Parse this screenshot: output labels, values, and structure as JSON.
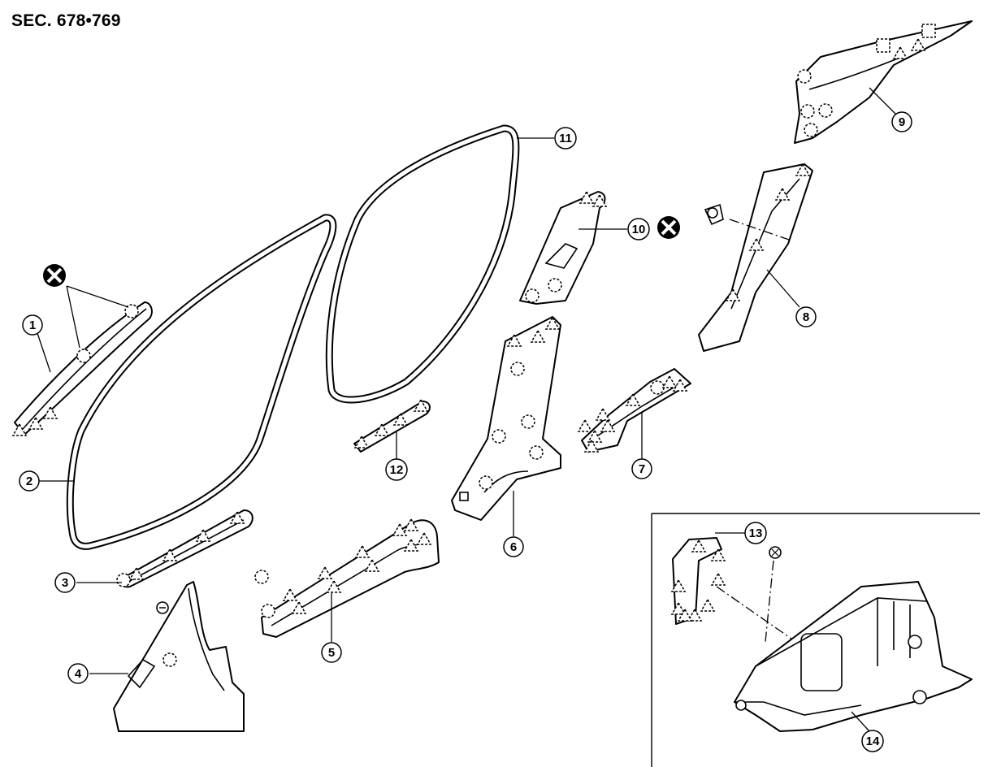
{
  "title": "SEC. 678•769",
  "callouts": [
    "1",
    "2",
    "3",
    "4",
    "5",
    "6",
    "7",
    "8",
    "9",
    "10",
    "11",
    "12",
    "13",
    "14"
  ],
  "icons": {
    "non_reusable": "circled-x-icon",
    "clip_round": "dashed-circle-icon",
    "clip_triangle": "dashed-triangle-icon",
    "clip_square": "dashed-square-icon"
  },
  "colors": {
    "line": "#000000",
    "background": "#ffffff"
  }
}
